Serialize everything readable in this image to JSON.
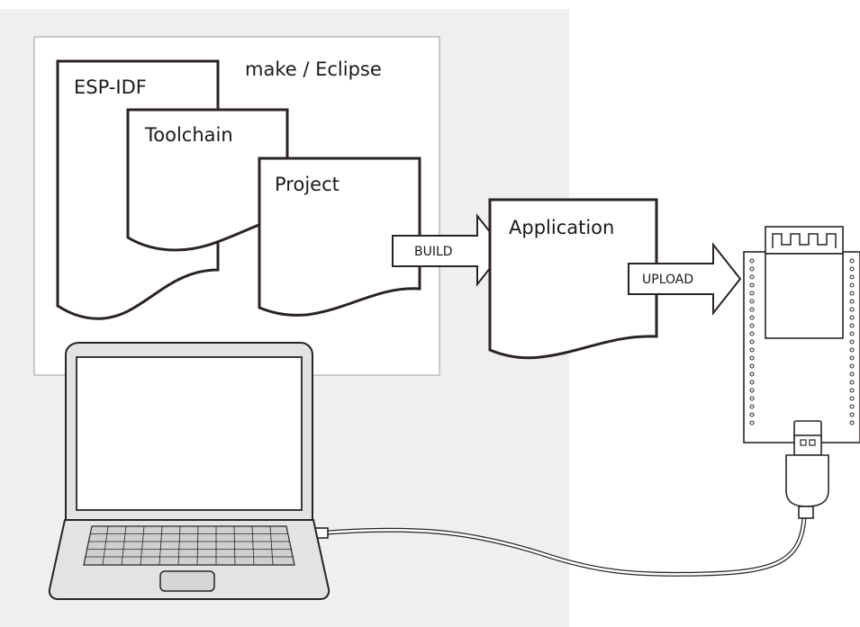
{
  "labels": {
    "host_environment": "make / Eclipse",
    "esp_idf": "ESP-IDF",
    "toolchain": "Toolchain",
    "project": "Project",
    "application": "Application",
    "build_arrow": "BUILD",
    "upload_arrow": "UPLOAD"
  },
  "colors": {
    "host_background": "#efefef",
    "outline": "#2b2323",
    "laptop_body": "#e3e3e3"
  }
}
